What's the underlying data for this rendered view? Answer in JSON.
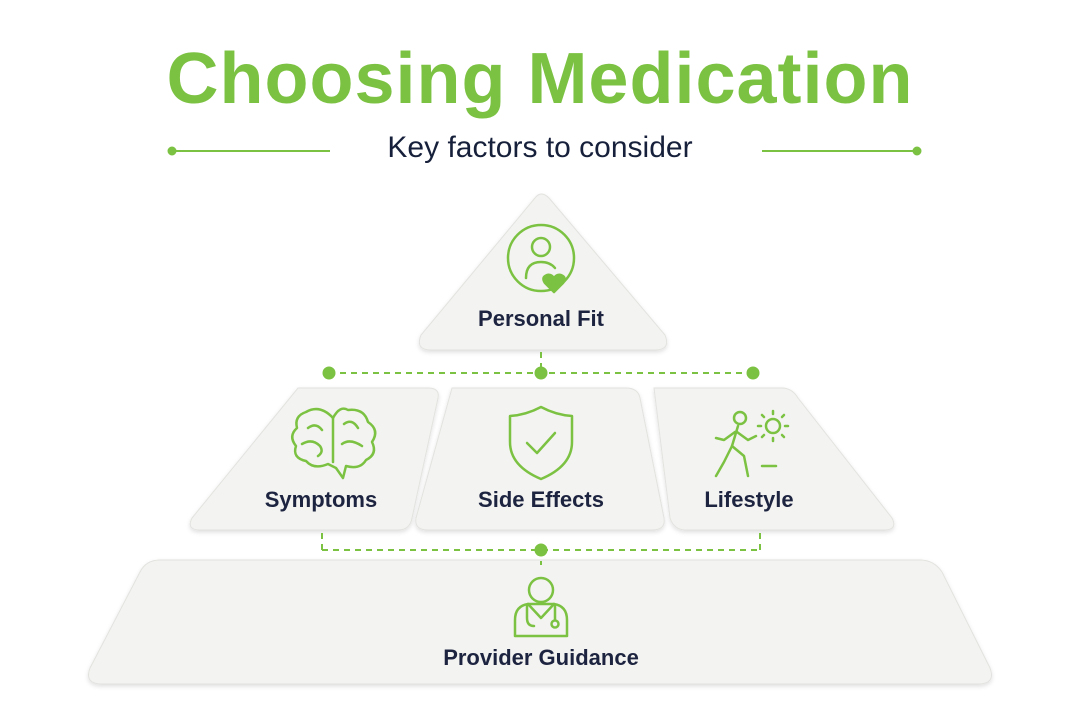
{
  "header": {
    "title": "Choosing Medication",
    "subtitle": "Key factors to consider"
  },
  "pyramid": {
    "top": {
      "label": "Personal Fit",
      "icon": "person-heart-icon"
    },
    "middle": [
      {
        "label": "Symptoms",
        "icon": "brain-icon"
      },
      {
        "label": "Side Effects",
        "icon": "shield-check-icon"
      },
      {
        "label": "Lifestyle",
        "icon": "person-walking-sun-icon"
      }
    ],
    "base": {
      "label": "Provider Guidance",
      "icon": "doctor-stethoscope-icon"
    }
  },
  "colors": {
    "accent": "#7cc242",
    "tile_fill": "#f3f3f1",
    "tile_shadow": "#e2e2df",
    "text_dark": "#1d2440"
  }
}
